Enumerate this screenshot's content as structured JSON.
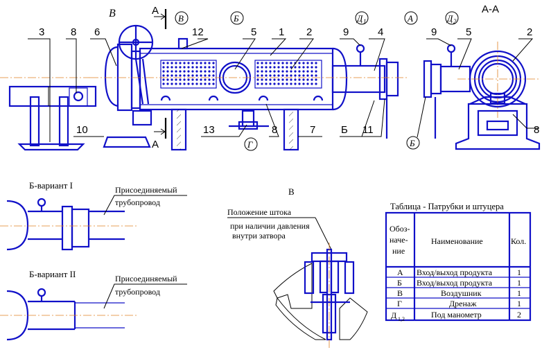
{
  "main_view": {
    "section_mark": "А",
    "section_mark_bottom": "А",
    "view_b": "В",
    "callouts": [
      "3",
      "8",
      "6",
      "12",
      "5",
      "1",
      "2",
      "9",
      "4",
      "10",
      "13",
      "8",
      "7",
      "Б",
      "11"
    ],
    "circle_letters": {
      "v": "В",
      "b": "Б",
      "d1": "Д",
      "d1_sub": "1",
      "a": "А",
      "g": "Г"
    }
  },
  "section_view": {
    "title": "А-А",
    "callouts": [
      "9",
      "5",
      "2",
      "8"
    ],
    "circle_letters": {
      "d2": "Д",
      "d2_sub": "2",
      "b": "Б"
    }
  },
  "variant1": {
    "title": "Б-вариант I",
    "label_line1": "Присоединяемый",
    "label_line2": "трубопровод"
  },
  "variant2": {
    "title": "Б-вариант II",
    "label_line1": "Присоединяемый",
    "label_line2": "трубопровод"
  },
  "detail_v": {
    "title": "В",
    "note1": "Положение штока",
    "note2": "при наличии давления",
    "note3": "внутри затвора"
  },
  "table": {
    "title": "Таблица - Патрубки и штуцера",
    "headers": {
      "col1_l1": "Обоз-",
      "col1_l2": "наче-",
      "col1_l3": "ние",
      "col2": "Наименование",
      "col3": "Кол."
    },
    "rows": [
      {
        "code": "А",
        "name": "Вход/выход продукта",
        "qty": "1"
      },
      {
        "code": "Б",
        "name": "Вход/выход продукта",
        "qty": "1"
      },
      {
        "code": "В",
        "name": "Воздушник",
        "qty": "1"
      },
      {
        "code": "Г",
        "name": "Дренаж",
        "qty": "1"
      },
      {
        "code": "Д",
        "code_sub": "1,2",
        "name": "Под манометр",
        "qty": "2"
      }
    ]
  }
}
